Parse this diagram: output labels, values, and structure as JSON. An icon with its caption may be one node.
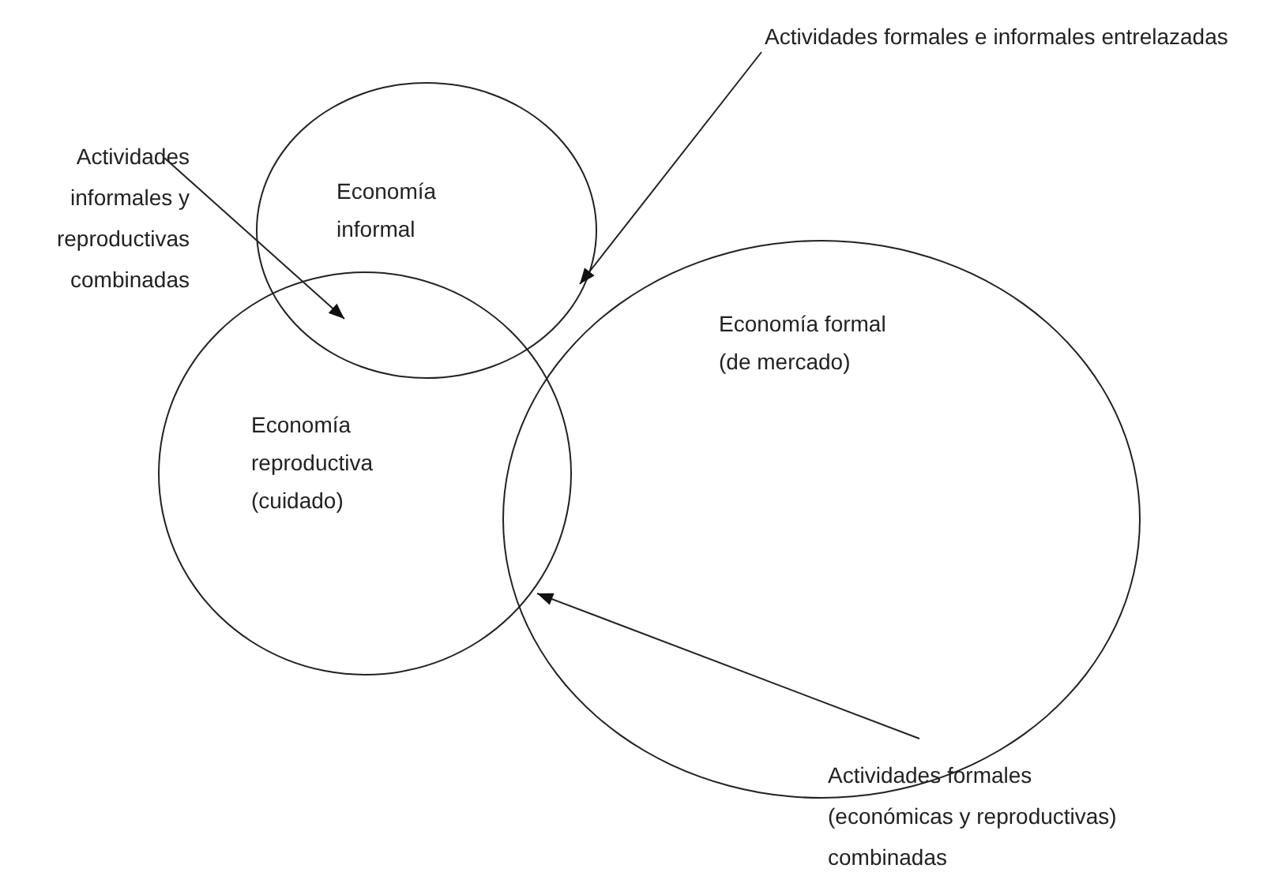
{
  "diagram": {
    "nodes": [
      {
        "text": [
          "Economía informal"
        ]
      },
      {
        "text": [
          "Economía formal (de mercado)"
        ]
      },
      {
        "text": [
          "Economía reproductiva (cuidado)"
        ]
      },
      {
        "text": [
          "Actividades informales y reproductivas combinadas"
        ]
      },
      {
        "text": [
          "Actividades formales e informales entrelazadas"
        ]
      },
      {
        "text": [
          "Actividades formales (económicas y reproductivas) combinadas"
        ]
      }
    ],
    "edges": [
      {
        "from": 3,
        "to": 0,
        "arrow": "to"
      },
      {
        "from": 4,
        "to": 0,
        "arrow": "to"
      },
      {
        "from": 5,
        "to": 2,
        "arrow": "to"
      }
    ]
  }
}
